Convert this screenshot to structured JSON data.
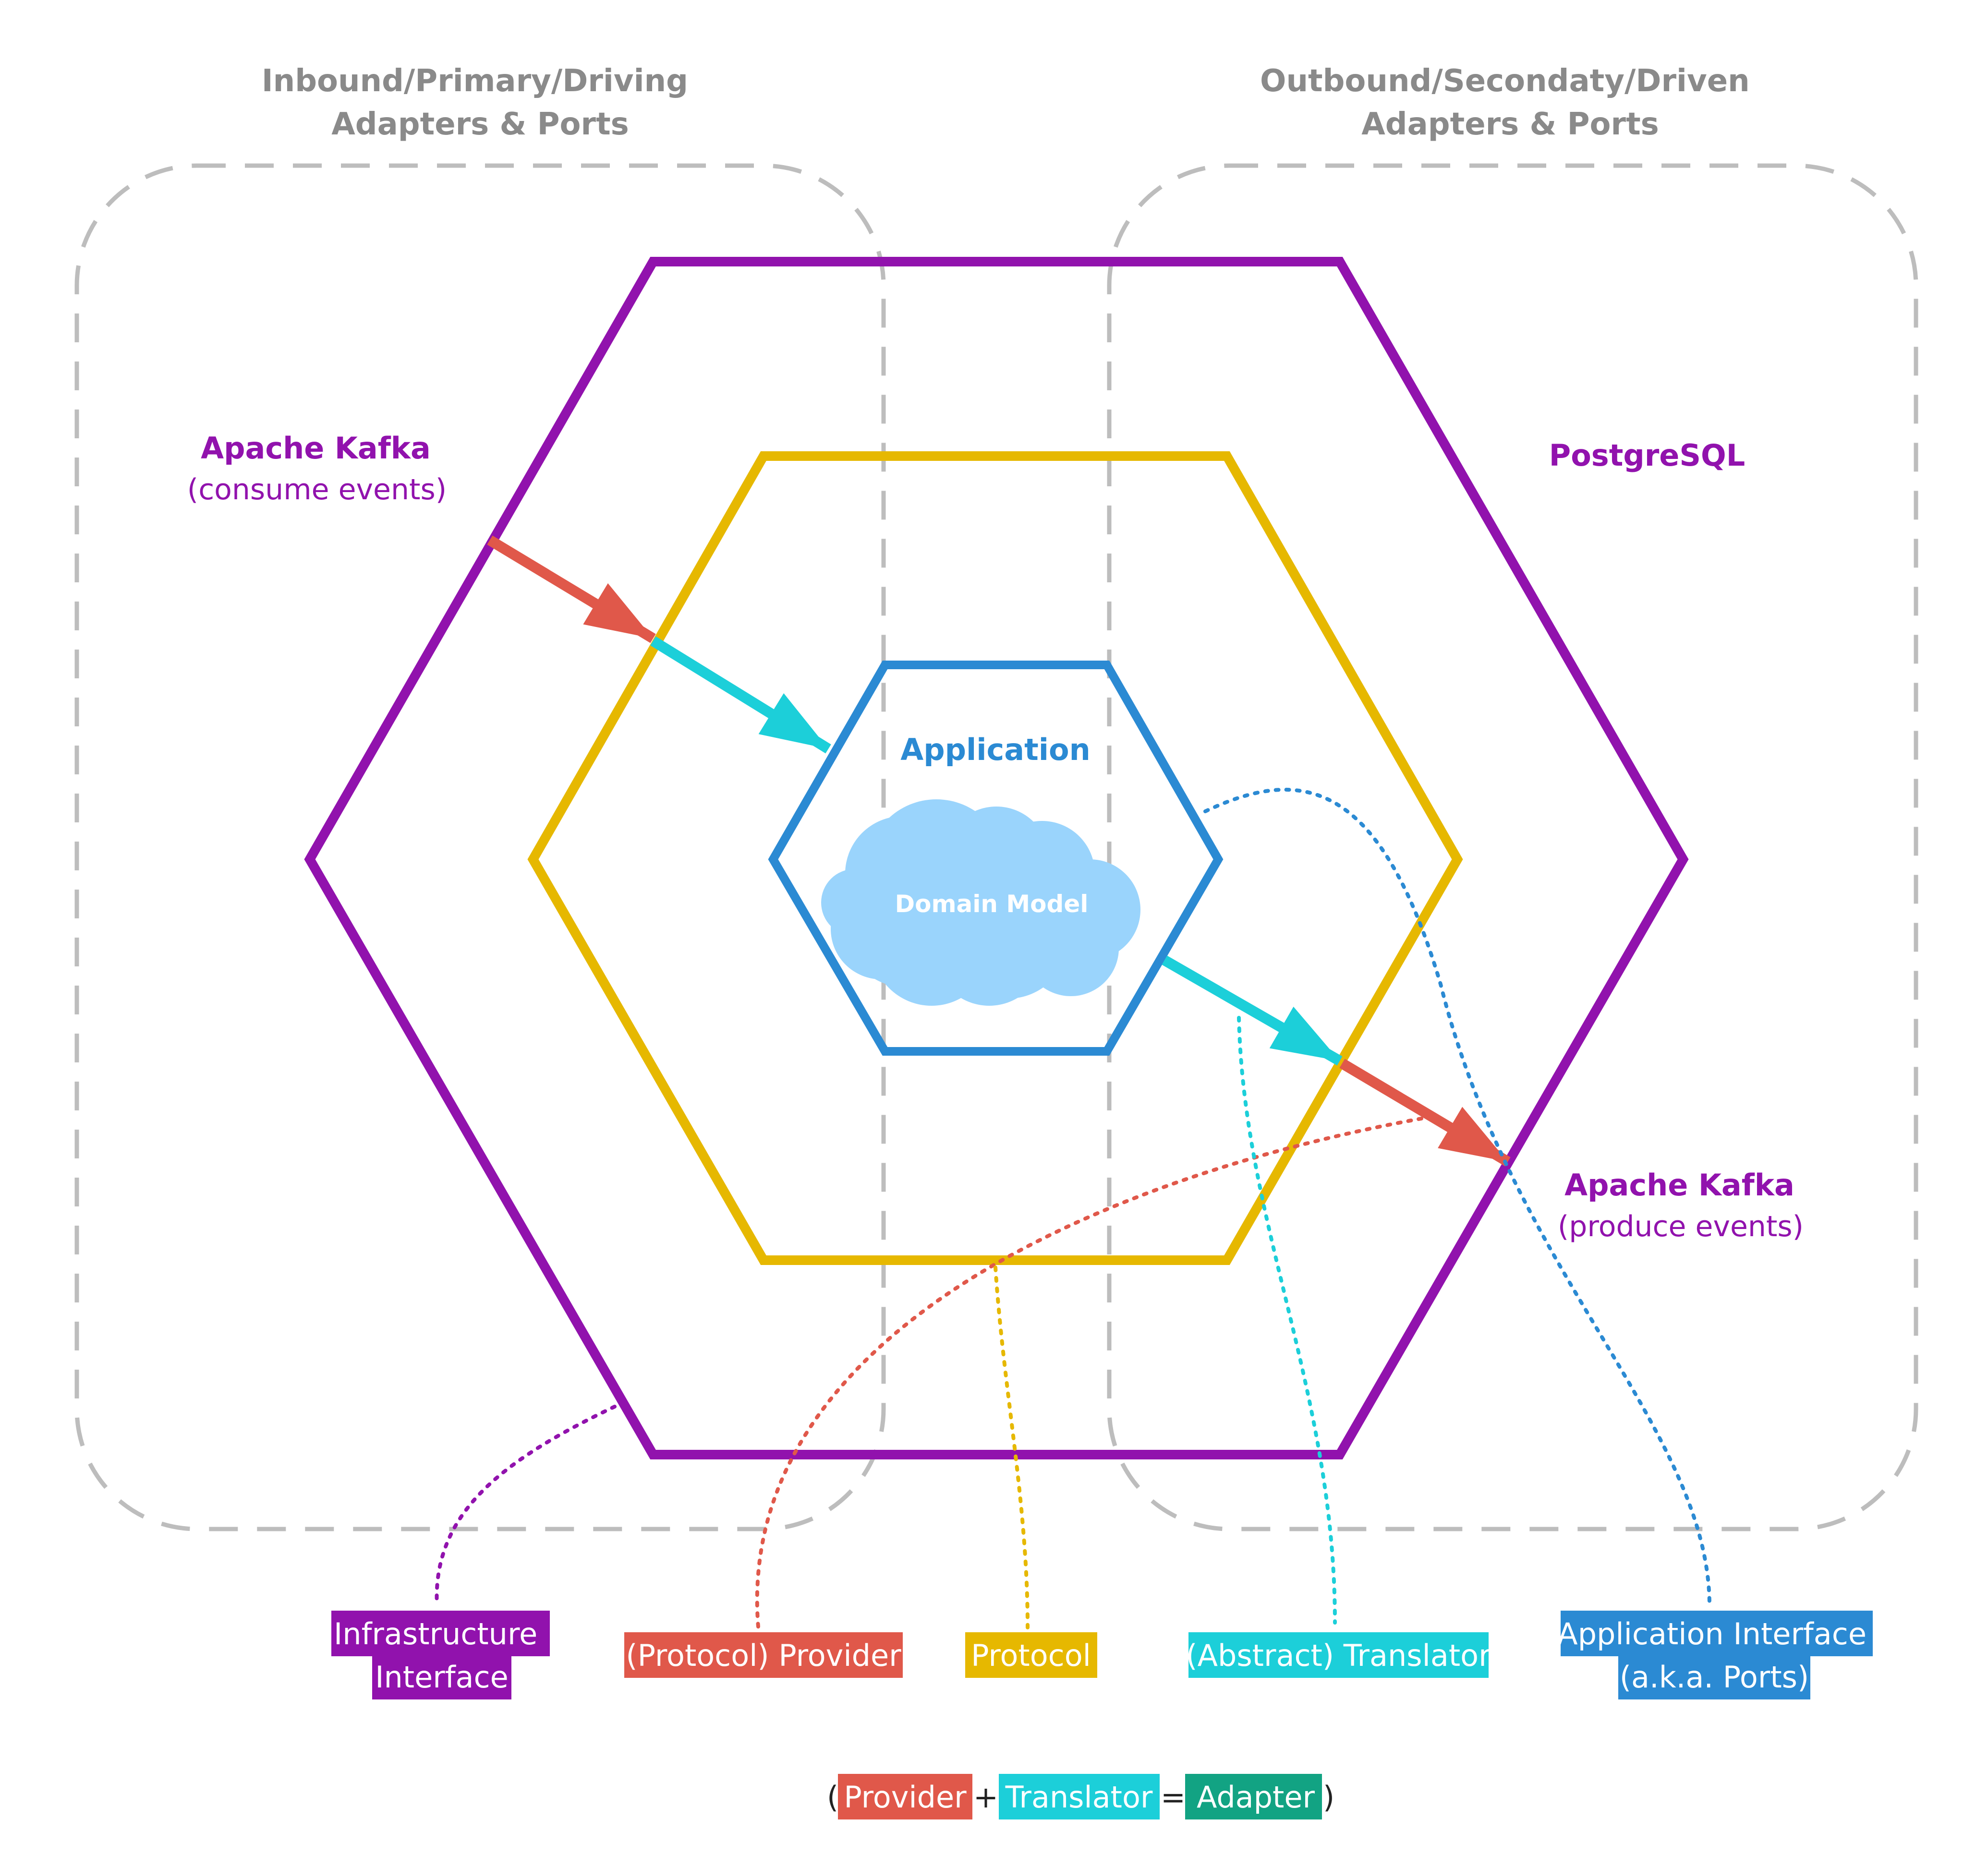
{
  "colors": {
    "infrastructure": "#9112ad",
    "protocol": "#e6b800",
    "application": "#2b8ad3",
    "provider": "#e0584a",
    "translator": "#1ccfd9",
    "adapter": "#12a383",
    "domain_model": "#9ad4fc",
    "group_border": "#bdbdbd",
    "group_title": "#8a8a8a",
    "text_dark": "#222222",
    "white": "#ffffff"
  },
  "groups": {
    "inbound": {
      "title_line1": "Inbound/Primary/Driving",
      "title_line2": "Adapters & Ports"
    },
    "outbound": {
      "title_line1": "Outbound/Secondaty/Driven",
      "title_line2": "Adapters & Ports"
    }
  },
  "external_systems": {
    "kafka_consume": {
      "name": "Apache Kafka",
      "detail": "(consume events)"
    },
    "postgres": {
      "name": "PostgreSQL"
    },
    "kafka_produce": {
      "name": "Apache Kafka",
      "detail": "(produce events)"
    }
  },
  "application": {
    "label": "Application",
    "domain_model": "Domain Model"
  },
  "legend": {
    "infrastructure_line1": "Infrastructure",
    "infrastructure_line2": "Interface",
    "provider": "(Protocol) Provider",
    "protocol": "Protocol",
    "translator": "(Abstract) Translator",
    "app_interface_line1": "Application Interface",
    "app_interface_line2": "(a.k.a. Ports)"
  },
  "formula": {
    "open": "(",
    "provider": "Provider",
    "plus": "+",
    "translator": "Translator",
    "equals": "=",
    "adapter": "Adapter",
    "close": ")"
  },
  "icons": {
    "cloud": "cloud-icon",
    "arrow": "arrow-icon"
  }
}
